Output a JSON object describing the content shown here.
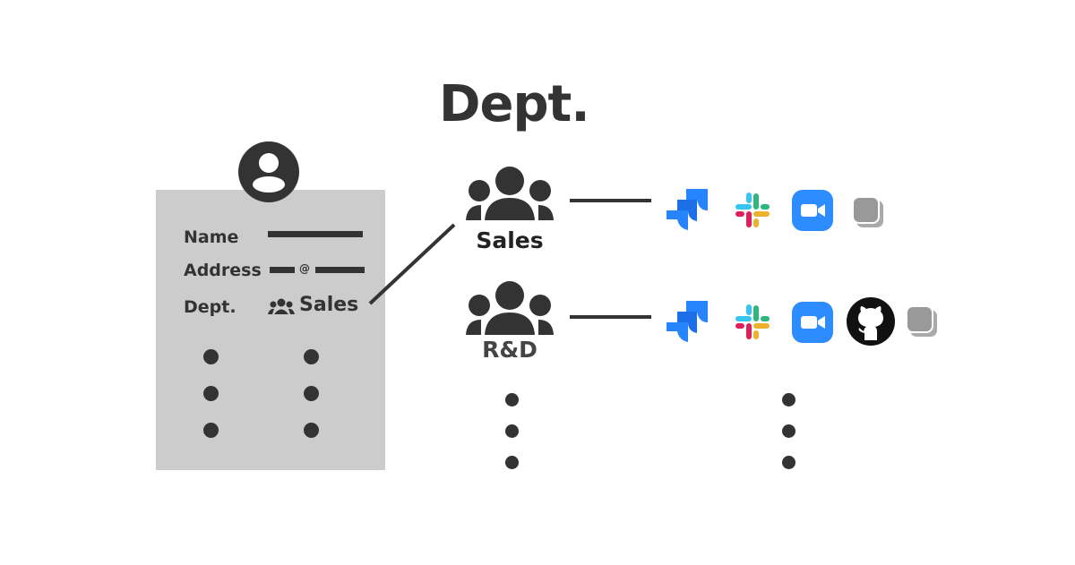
{
  "title": "Dept.",
  "profile_card": {
    "fields": [
      {
        "label": "Name"
      },
      {
        "label": "Address",
        "separator": "@"
      },
      {
        "label": "Dept.",
        "value": "Sales"
      }
    ]
  },
  "departments": [
    {
      "name": "Sales",
      "apps": [
        "jira-icon",
        "slack-icon",
        "zoom-icon",
        "more-apps-icon"
      ]
    },
    {
      "name": "R&D",
      "apps": [
        "jira-icon",
        "slack-icon",
        "zoom-icon",
        "github-icon",
        "more-apps-icon"
      ]
    }
  ],
  "colors": {
    "ink": "#333333",
    "card": "#cccccc",
    "jira": "#2684ff",
    "zoom": "#2d8cff",
    "more": "#999999"
  }
}
